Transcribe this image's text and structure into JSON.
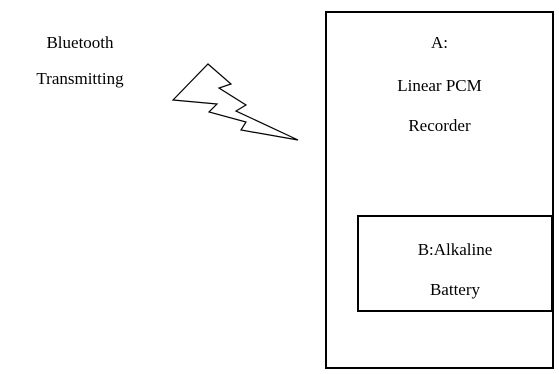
{
  "transmitter": {
    "line1": "Bluetooth",
    "line2": "Transmitting"
  },
  "recorder_box": {
    "line1": "A:",
    "line2": "Linear PCM",
    "line3": "Recorder"
  },
  "battery_box": {
    "line1": "B:Alkaline",
    "line2": "Battery"
  },
  "colors": {
    "stroke": "#000000",
    "background": "#ffffff"
  },
  "icons": {
    "signal": "lightning-bolt-icon"
  }
}
